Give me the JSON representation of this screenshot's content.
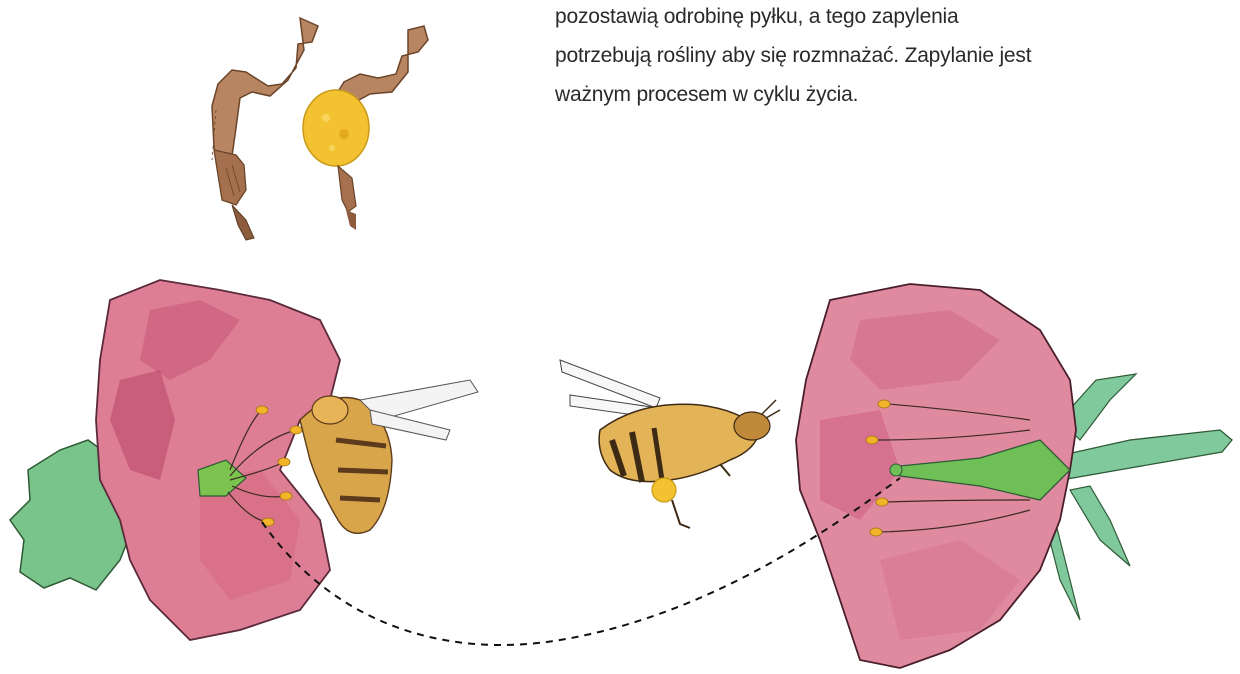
{
  "paragraph": {
    "lines": [
      "pozostawią odrobinę pyłku, a tego zapylenia",
      "potrzebują rośliny aby się rozmnażać. Zapylanie jest",
      "ważnym procesem w cyklu życia."
    ]
  },
  "illustration": {
    "items": [
      "bee-leg-without-pollen",
      "bee-leg-with-pollen-basket",
      "flower-with-bee",
      "flying-bee",
      "flower-cross-section",
      "pollination-path"
    ],
    "colors": {
      "petal": "#d9718a",
      "petal_dark": "#b84466",
      "sepal": "#79c48b",
      "pollen": "#f2c230",
      "bee_body": "#d9a54a",
      "bee_stripe": "#5c3b1c",
      "leg": "#a5704d",
      "path": "#111111"
    }
  }
}
